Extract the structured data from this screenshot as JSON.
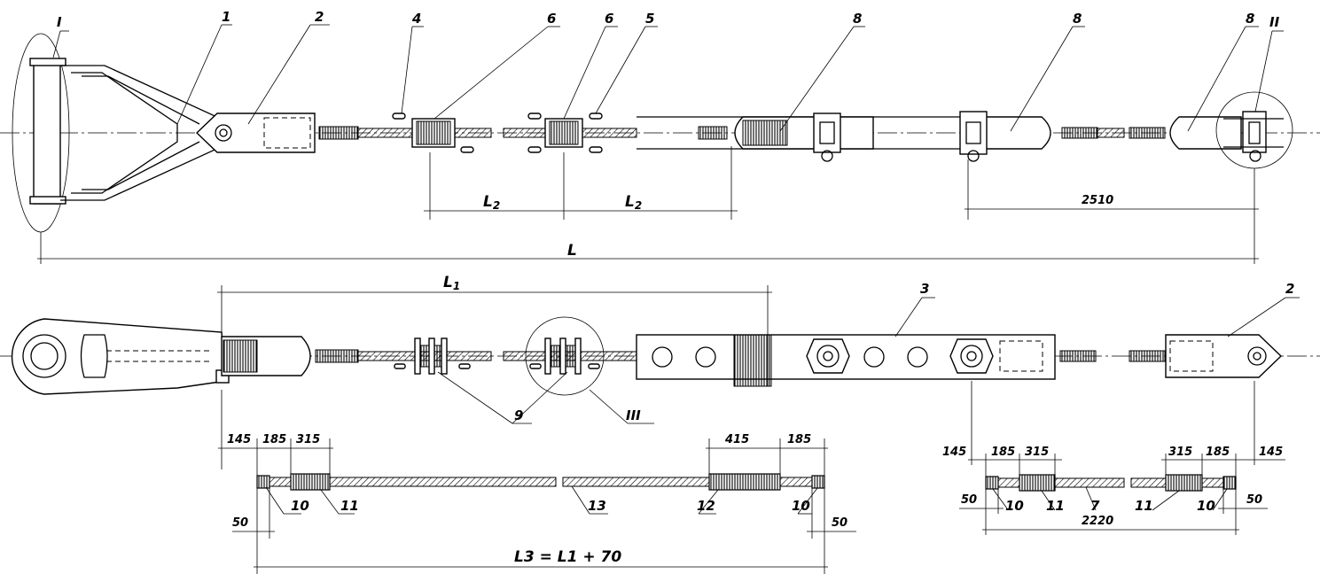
{
  "top_view": {
    "positions": [
      "1",
      "2",
      "4",
      "6",
      "6",
      "5",
      "8",
      "8",
      "8"
    ],
    "details": [
      "I",
      "II"
    ],
    "dims": {
      "L2a": "L",
      "L2b": "2",
      "L2c": "L",
      "L2d": "2",
      "d2510": "2510",
      "L": "L"
    }
  },
  "middle_view": {
    "positions": [
      "3",
      "2",
      "9"
    ],
    "details": [
      "III"
    ],
    "dims": {
      "L1": "L",
      "L1sub": "1"
    }
  },
  "bottom_left": {
    "dims": [
      "145",
      "185",
      "315",
      "415",
      "185",
      "50",
      "50"
    ],
    "positions": [
      "10",
      "11",
      "13",
      "12",
      "10"
    ],
    "formula": "L3 = L1 + 70"
  },
  "bottom_right": {
    "dims": [
      "145",
      "185",
      "315",
      "315",
      "185",
      "145",
      "50",
      "50",
      "2220"
    ],
    "positions": [
      "10",
      "11",
      "7",
      "11",
      "10"
    ]
  }
}
